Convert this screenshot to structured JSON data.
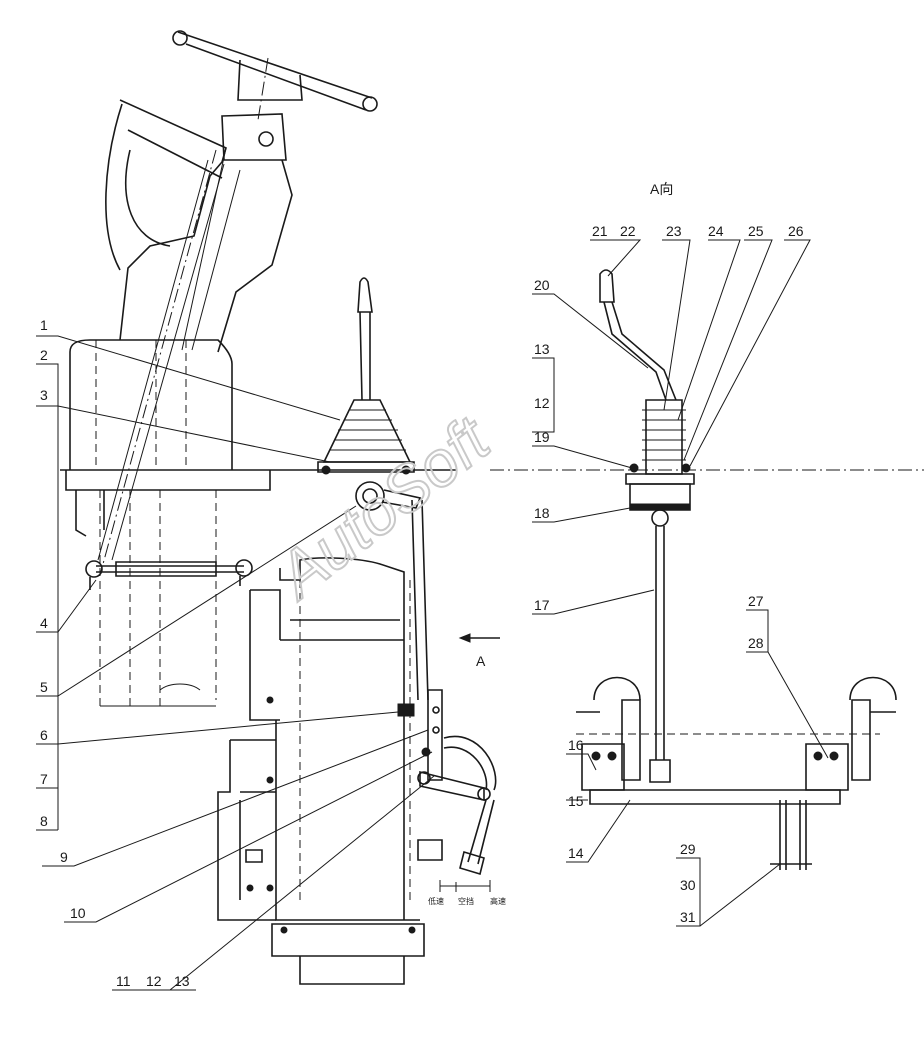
{
  "view_label": "A向",
  "arrow_label": "A",
  "watermark": "AutoSoft",
  "speed_scale": {
    "low": "低速",
    "neutral": "空挡",
    "high": "高速"
  },
  "callouts": {
    "c1": "1",
    "c2": "2",
    "c3": "3",
    "c4": "4",
    "c5": "5",
    "c6": "6",
    "c7": "7",
    "c8": "8",
    "c9": "9",
    "c10": "10",
    "c11": "11",
    "c12": "12",
    "c13": "13",
    "r12": "12",
    "r13": "13",
    "c14": "14",
    "c15": "15",
    "c16": "16",
    "c17": "17",
    "c18": "18",
    "c19": "19",
    "c20": "20",
    "c21": "21",
    "c22": "22",
    "c23": "23",
    "c24": "24",
    "c25": "25",
    "c26": "26",
    "c27": "27",
    "c28": "28",
    "c29": "29",
    "c30": "30",
    "c31": "31"
  }
}
